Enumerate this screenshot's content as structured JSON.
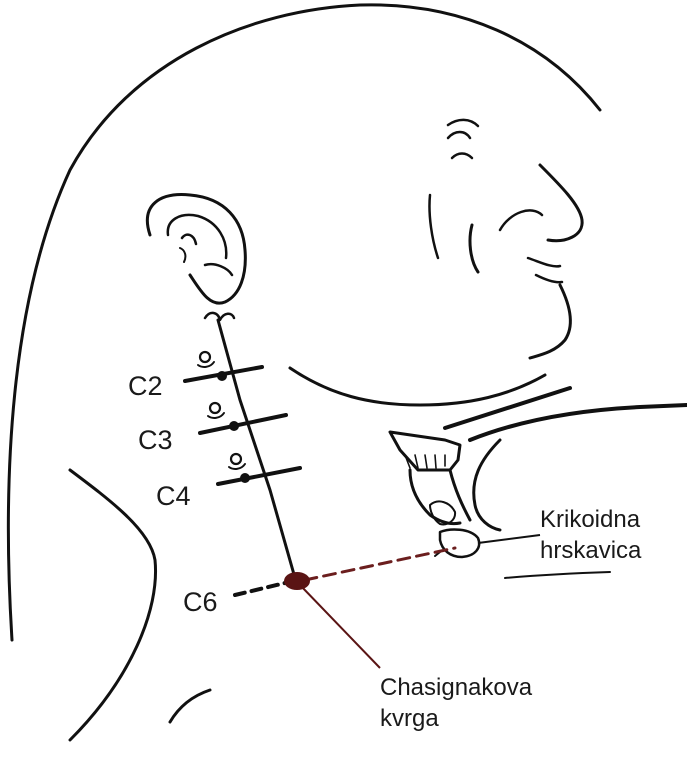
{
  "labels": {
    "c2": "C2",
    "c3": "C3",
    "c4": "C4",
    "c6": "C6",
    "krikoidna_line1": "Krikoidna",
    "krikoidna_line2": "hrskavica",
    "chasignak_line1": "Chasignakova",
    "chasignak_line2": "kvrga"
  },
  "colors": {
    "ink": "#111111",
    "marker": "#5a1414",
    "dashed_line": "#6b1e1e",
    "background": "#ffffff"
  }
}
